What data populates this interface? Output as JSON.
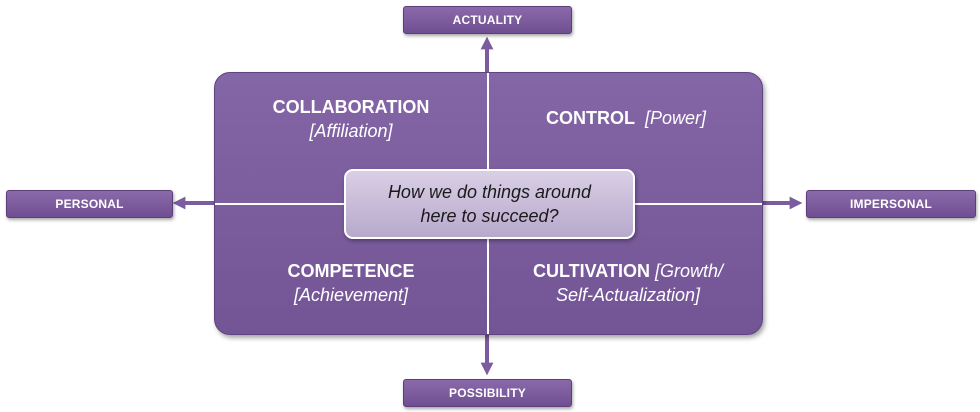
{
  "axes": {
    "top": "ACTUALITY",
    "bottom": "POSSIBILITY",
    "left": "PERSONAL",
    "right": "IMPERSONAL"
  },
  "quadrants": {
    "top_left": {
      "main": "COLLABORATION",
      "sub": "[Affiliation]"
    },
    "top_right": {
      "main": "CONTROL",
      "sub": "[Power]"
    },
    "bottom_left": {
      "main": "COMPETENCE",
      "sub": "[Achievement]"
    },
    "bottom_right": {
      "main": "CULTIVATION",
      "sub_line1": "[Growth/",
      "sub_line2": "Self-Actualization]"
    }
  },
  "center": {
    "line1": "How we do things around",
    "line2": "here to succeed?"
  },
  "colors": {
    "matrix_fill": "#7b5c9e",
    "arrow": "#7b5c9e",
    "center_fill": "#c8bcd8",
    "label_text": "#ffffff"
  }
}
